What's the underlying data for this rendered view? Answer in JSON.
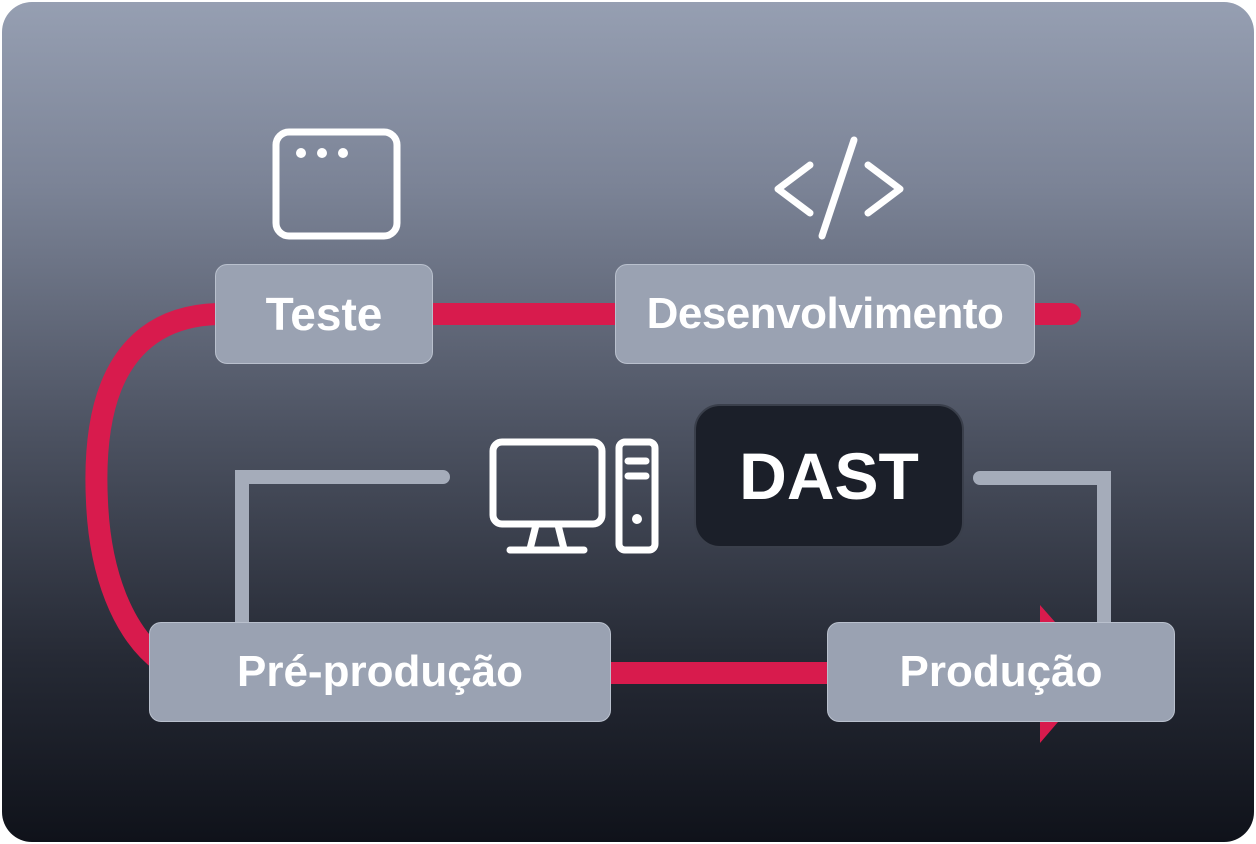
{
  "nodes": {
    "teste": "Teste",
    "desenvolvimento": "Desenvolvimento",
    "pre_producao": "Pré-produção",
    "producao": "Produção"
  },
  "dast": "DAST",
  "icons": {
    "browser": "browser-window-icon",
    "code": "code-brackets-icon",
    "computer": "desktop-computer-icon"
  },
  "colors": {
    "flow_line": "#d81b4d",
    "feedback_line": "#a5acba",
    "node_fill": "#9aa2b2",
    "dast_fill": "#1b1f29"
  }
}
